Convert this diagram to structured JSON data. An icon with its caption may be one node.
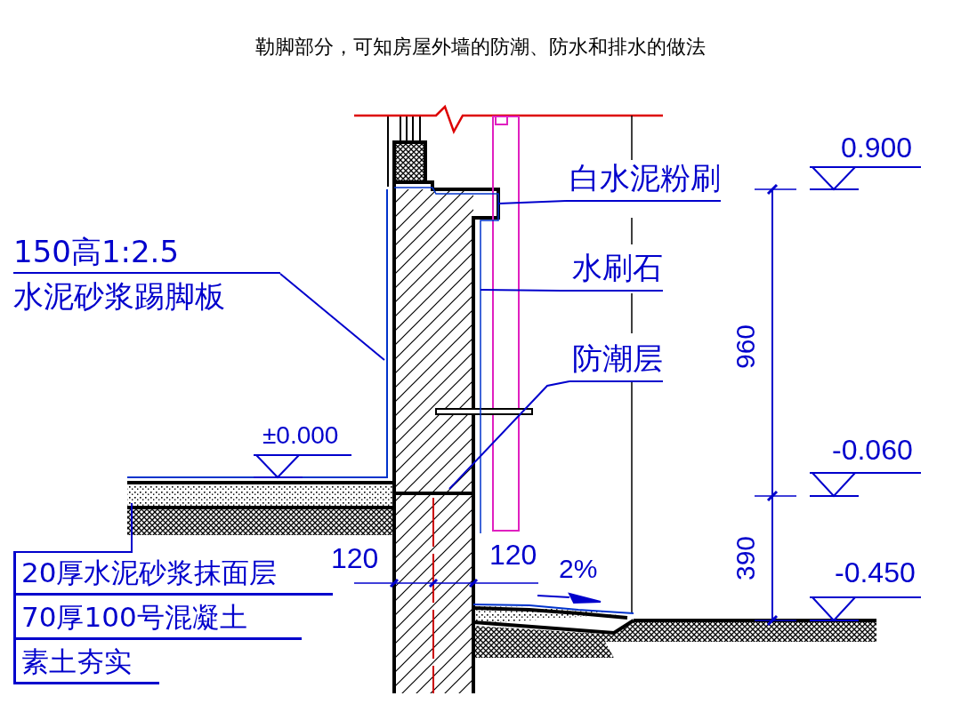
{
  "diagram": {
    "title": "勒脚部分，可知房屋外墙的防潮、防水和排水的做法",
    "nodes": [
      {
        "text": [
          "150高1:2.5",
          "水泥砂浆踢脚板"
        ]
      },
      {
        "text": [
          "白水泥粉刷"
        ]
      },
      {
        "text": [
          "水刷石"
        ]
      },
      {
        "text": [
          "防潮层"
        ]
      },
      {
        "text": [
          "20厚水泥砂浆抹面层",
          "70厚100号混凝土",
          "素土夯实"
        ]
      }
    ],
    "edges": [
      {
        "from": 0,
        "to": null,
        "arrow": "none"
      },
      {
        "from": 1,
        "to": null,
        "arrow": "none"
      },
      {
        "from": 2,
        "to": null,
        "arrow": "none"
      },
      {
        "from": 3,
        "to": null,
        "arrow": "none"
      },
      {
        "from": 4,
        "to": null,
        "arrow": "none"
      }
    ],
    "labels": [
      "0.900",
      "960",
      "-0.060",
      "±0.000",
      "390",
      "-0.450",
      "120",
      "120",
      "2%"
    ]
  }
}
